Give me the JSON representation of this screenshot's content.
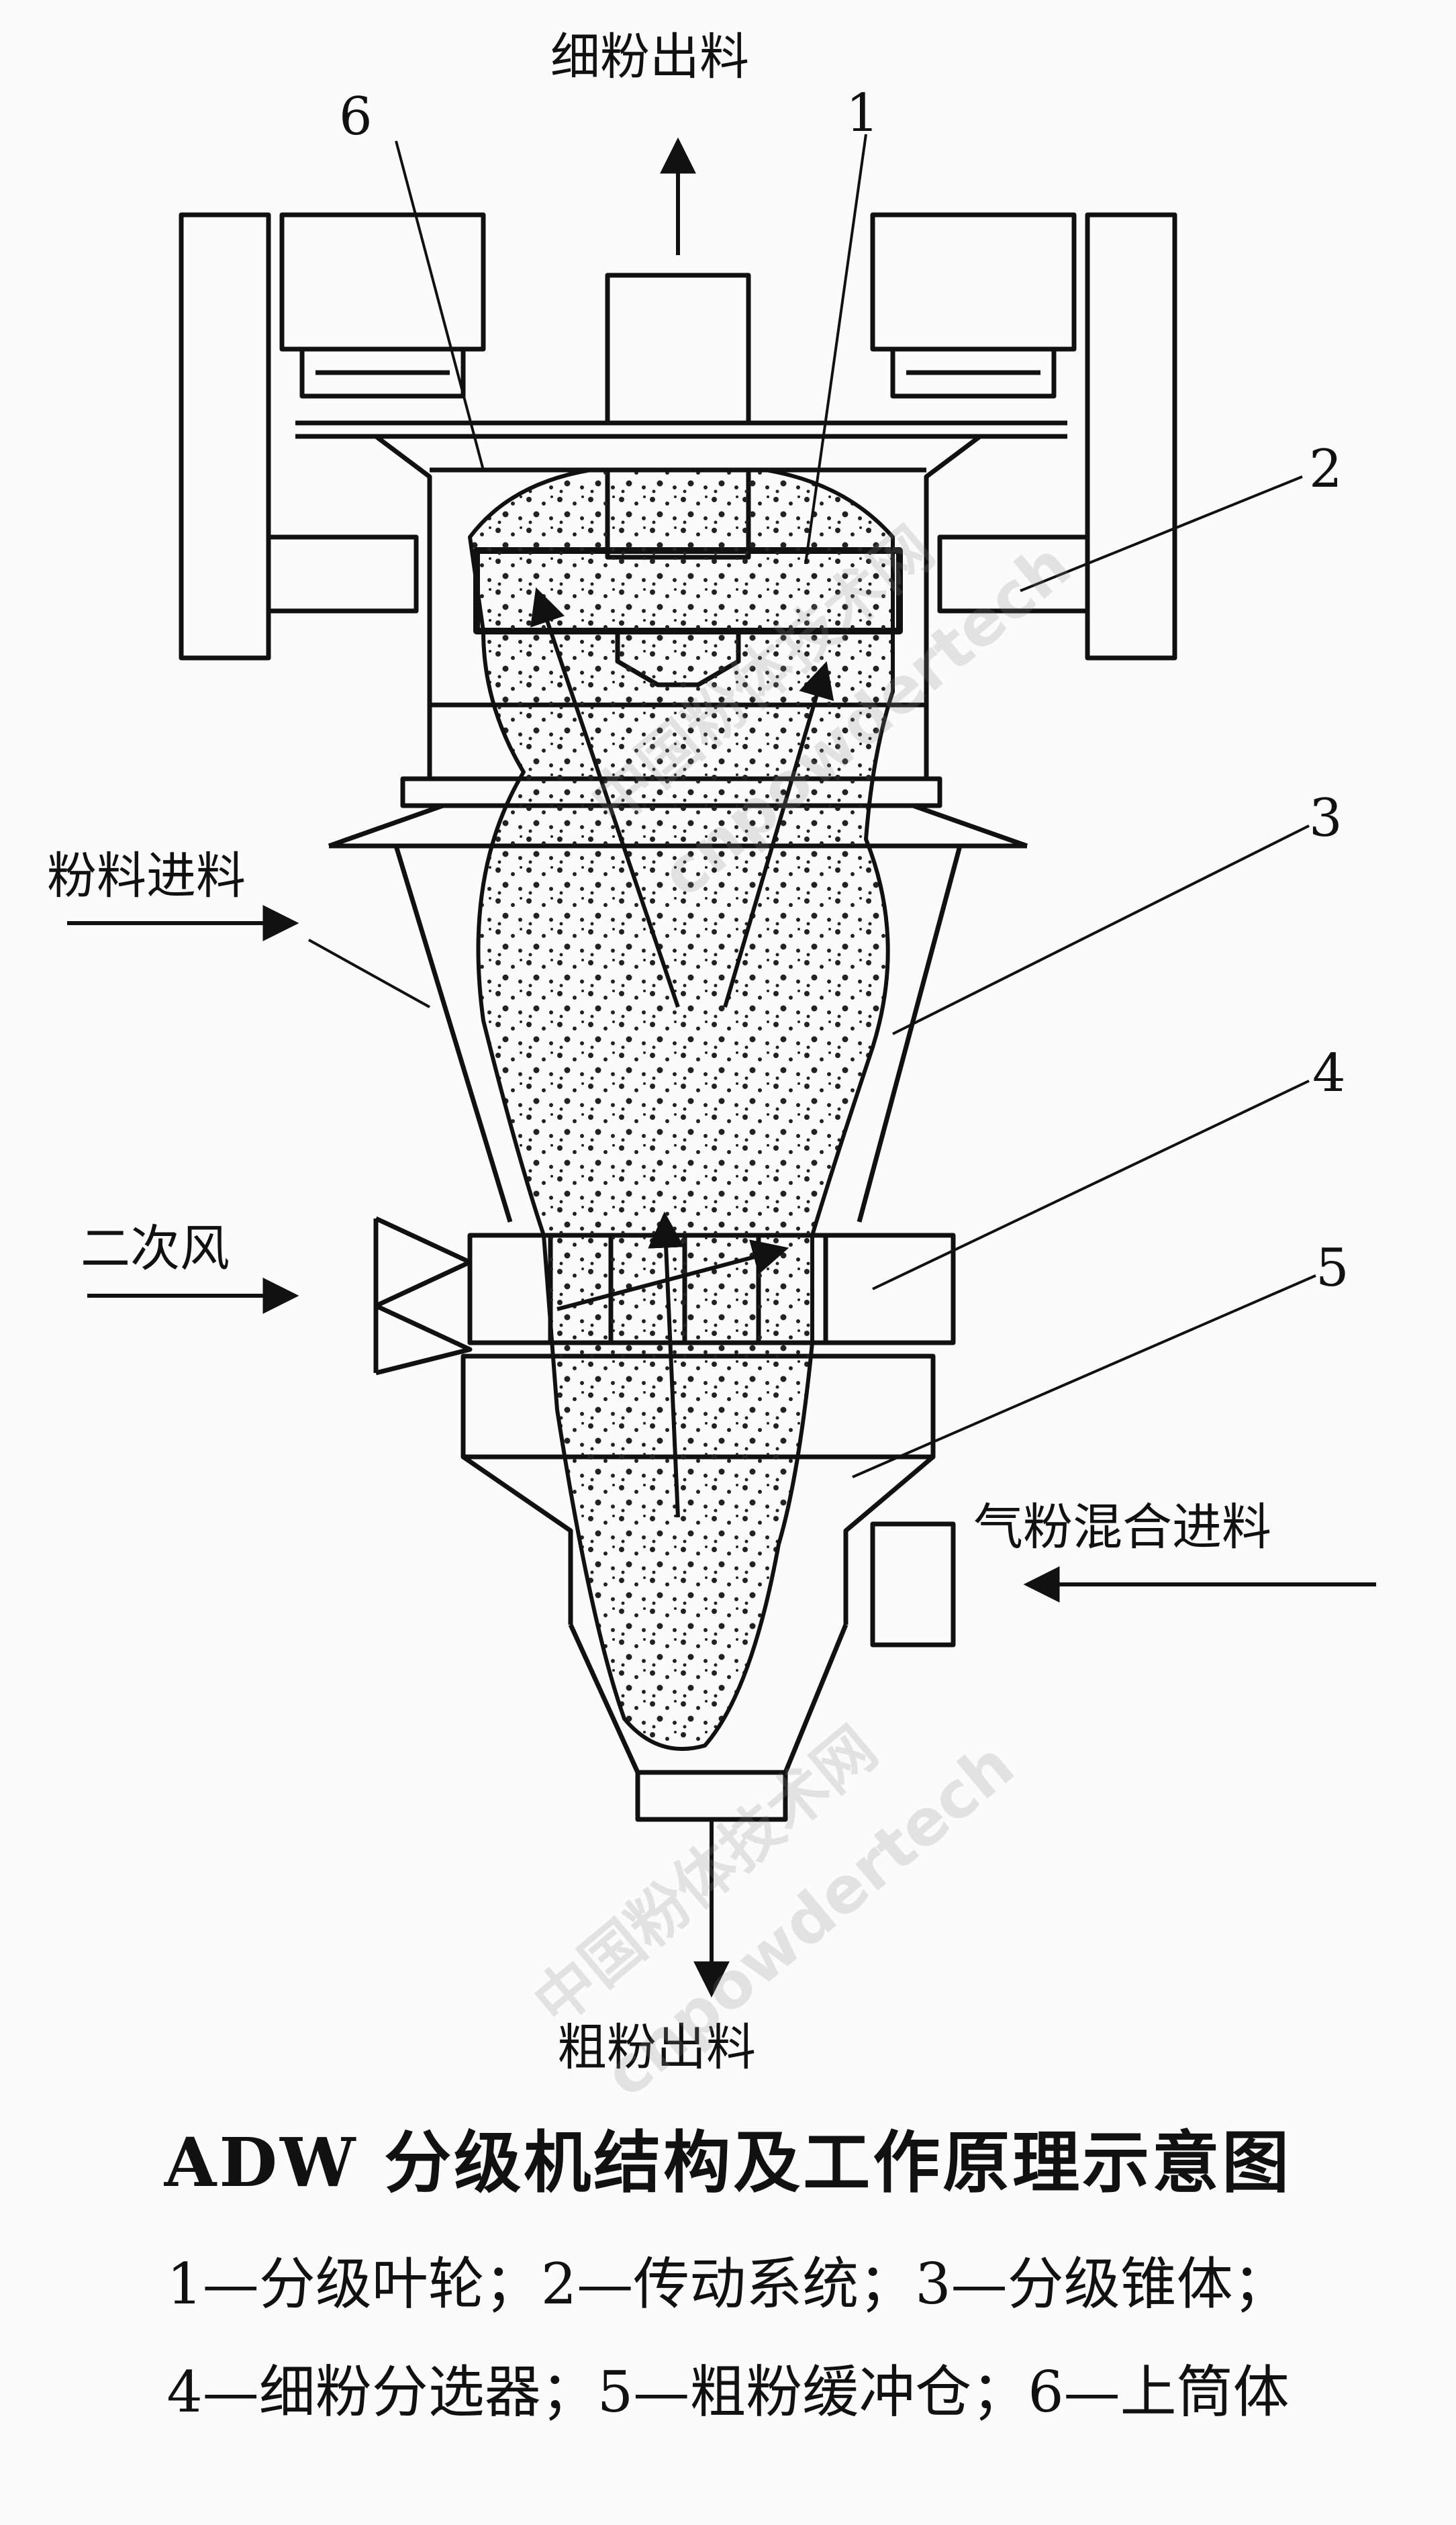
{
  "labels": {
    "fine_out": "细粉出料",
    "powder_in": "粉料进料",
    "secondary_air": "二次风",
    "mixed_in": "气粉混合进料",
    "coarse_out": "粗粉出料"
  },
  "part_numbers": [
    "1",
    "2",
    "3",
    "4",
    "5",
    "6"
  ],
  "watermark": {
    "cn": "中国粉体技术网",
    "en": "cnpowdertech"
  },
  "caption": {
    "title": "ADW 分级机结构及工作原理示意图",
    "legend_line1": "1—分级叶轮；2—传动系统；3—分级锥体；",
    "legend_line2": "4—细粉分选器；5—粗粉缓冲仓；6—上筒体"
  }
}
